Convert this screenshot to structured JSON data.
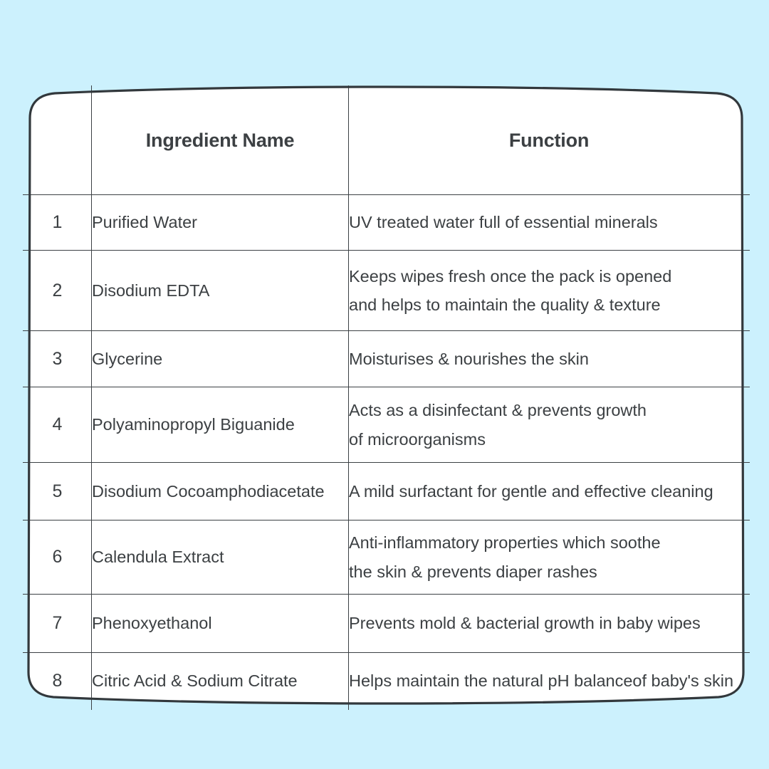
{
  "background_color": "#ccf1fd",
  "table": {
    "border_color": "#3b4044",
    "text_color": "#3c4043",
    "columns": [
      {
        "key": "index",
        "label": ""
      },
      {
        "key": "ingredient_name",
        "label": "Ingredient Name"
      },
      {
        "key": "function",
        "label": "Function"
      }
    ],
    "rows": [
      {
        "index": "1",
        "ingredient_name": "Purified Water",
        "function_lines": [
          "UV treated water full of essential minerals"
        ]
      },
      {
        "index": "2",
        "ingredient_name": "Disodium EDTA",
        "function_lines": [
          "Keeps wipes fresh once the pack is opened",
          "and helps to maintain the quality & texture"
        ]
      },
      {
        "index": "3",
        "ingredient_name": "Glycerine",
        "function_lines": [
          "Moisturises & nourishes the skin"
        ]
      },
      {
        "index": "4",
        "ingredient_name": "Polyaminopropyl Biguanide",
        "function_lines": [
          "Acts as a disinfectant & prevents growth",
          "of microorganisms"
        ]
      },
      {
        "index": "5",
        "ingredient_name": "Disodium Cocoamphodiacetate",
        "function_lines": [
          "A mild surfactant for gentle and effective cleaning"
        ]
      },
      {
        "index": "6",
        "ingredient_name": "Calendula Extract",
        "function_lines": [
          "Anti-inflammatory properties which soothe",
          "the skin & prevents diaper rashes"
        ]
      },
      {
        "index": "7",
        "ingredient_name": "Phenoxyethanol",
        "function_lines": [
          "Prevents mold & bacterial growth in baby wipes"
        ]
      },
      {
        "index": "8",
        "ingredient_name": "Citric Acid & Sodium Citrate",
        "function_lines": [
          "Helps maintain the natural pH balanceof baby's skin"
        ]
      }
    ]
  }
}
